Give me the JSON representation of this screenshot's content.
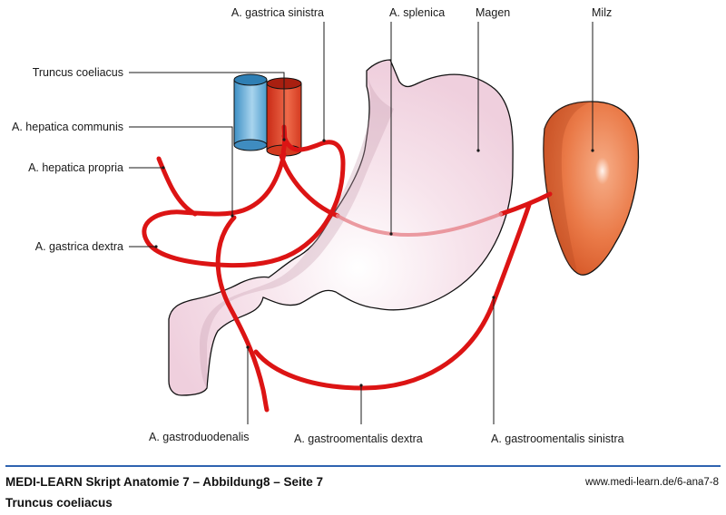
{
  "labels": {
    "truncus_coeliacus": "Truncus coeliacus",
    "hepatica_communis": "A. hepatica communis",
    "hepatica_propria": "A. hepatica propria",
    "gastrica_dextra": "A. gastrica dextra",
    "gastrica_sinistra": "A. gastrica sinistra",
    "splenica": "A. splenica",
    "magen": "Magen",
    "milz": "Milz",
    "gastroduodenalis": "A. gastroduodenalis",
    "gastroomentalis_dextra": "A. gastroomentalis dextra",
    "gastroomentalis_sinistra": "A. gastroomentalis sinistra"
  },
  "colors": {
    "artery": "#dc1414",
    "vein": "#5aa8d8",
    "stomach": "#f2d6e2",
    "spleen": "#e8794a",
    "footer_rule": "#2f63b0"
  },
  "footer": {
    "title": "MEDI-LEARN Skript Anatomie 7 – Abbildung8 – Seite 7",
    "url": "www.medi-learn.de/6-ana7-8",
    "subtitle": "Truncus coeliacus"
  }
}
